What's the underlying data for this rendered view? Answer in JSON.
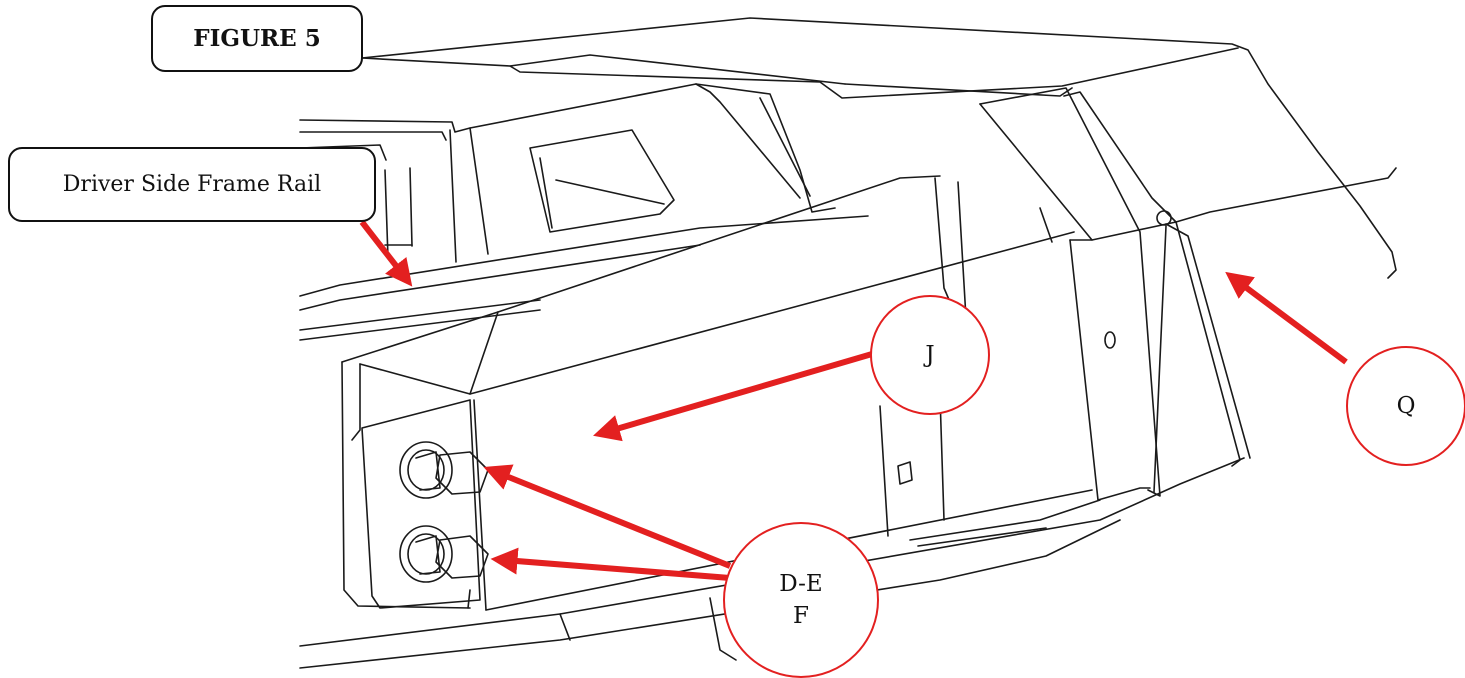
{
  "figure_label": "FIGURE 5",
  "rail_label": "Driver Side Frame Rail",
  "callouts": {
    "j": "J",
    "q": "Q",
    "def_line1": "D-E",
    "def_line2": "F"
  },
  "colors": {
    "arrow": "#e32020",
    "line": "#1a1a1a",
    "callout_border": "#e32020"
  }
}
